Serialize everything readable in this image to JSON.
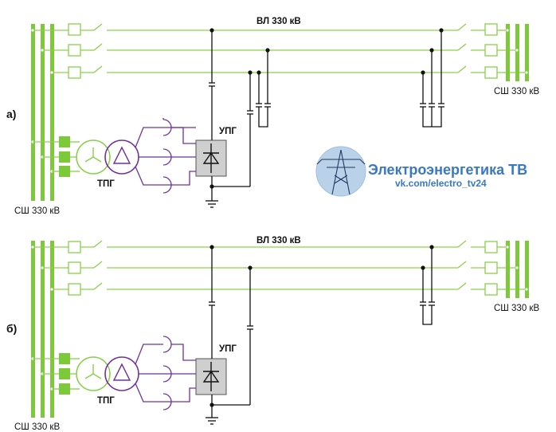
{
  "panel_a": {
    "label": "а)",
    "line_label": "ВЛ 330 кВ",
    "left_bus_label": "СШ 330 кВ",
    "right_bus_label": "СШ 330 кВ",
    "transformer_label": "ТПГ",
    "rectifier_label": "УПГ"
  },
  "panel_b": {
    "label": "б)",
    "line_label": "ВЛ 330 кВ",
    "left_bus_label": "СШ 330 кВ",
    "right_bus_label": "СШ 330 кВ",
    "transformer_label": "ТПГ",
    "rectifier_label": "УПГ"
  },
  "watermark": {
    "title": "Электроэнергетика ТВ",
    "subtitle": "vk.com/electro_tv24"
  },
  "colors": {
    "line": "#8cd04a",
    "bus": "#7cc93a",
    "box": "#7cc93a",
    "phase_transformer": "#7030a0",
    "rectifier_fill": "#cfcfcf",
    "wire": "#111111",
    "brand": "#3a78c3"
  }
}
